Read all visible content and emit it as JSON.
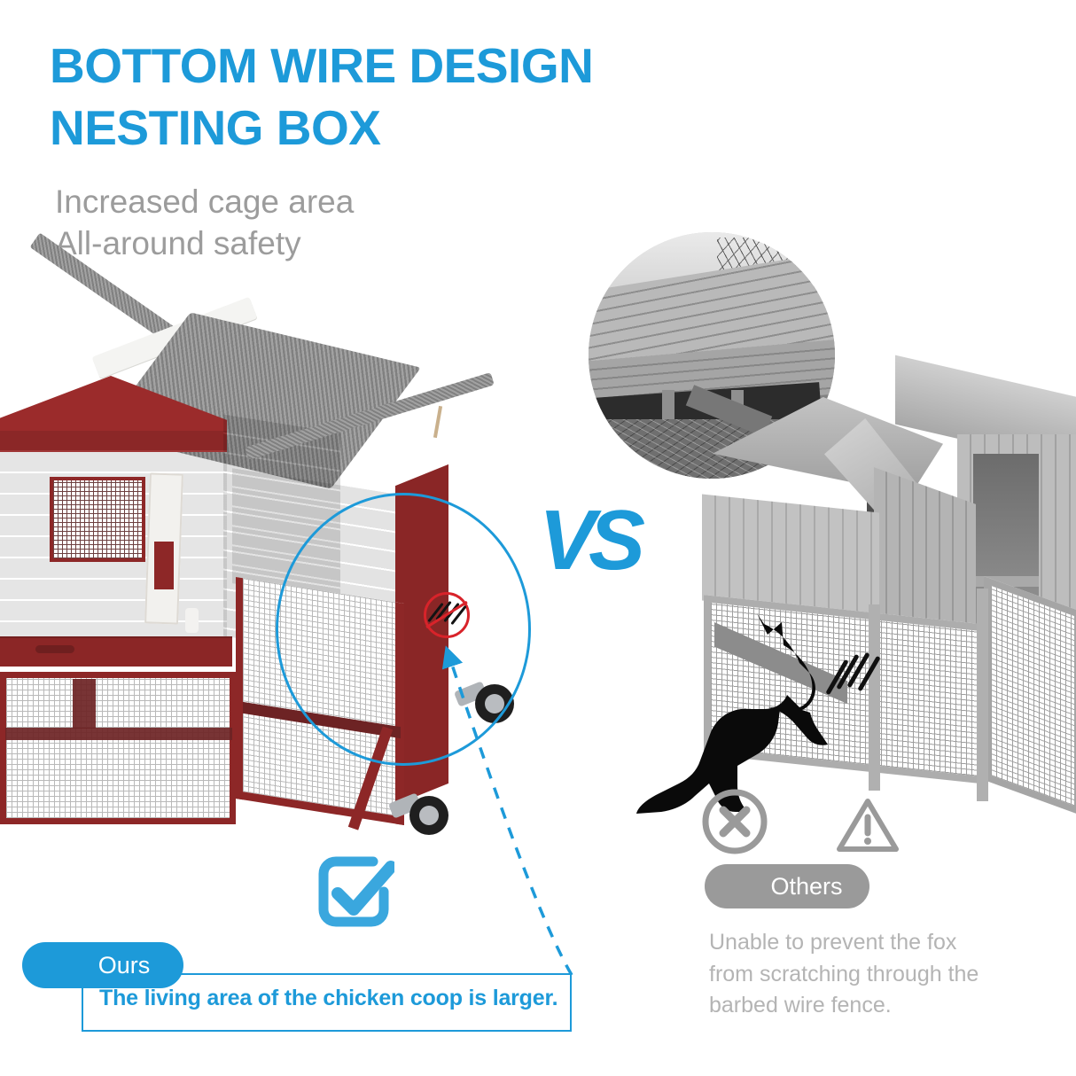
{
  "headline": {
    "line1": "BOTTOM WIRE DESIGN",
    "line2": "NESTING BOX",
    "full": "BOTTOM WIRE DESIGN\nNESTING BOX",
    "color": "#1d9ad9"
  },
  "subheadline": {
    "line1": "Increased cage area",
    "line2": "All-around safety",
    "full": "Increased cage area\nAll-around safety",
    "color": "#9c9c9c"
  },
  "comparison": {
    "divider_label": "VS",
    "ours": {
      "pill_label": "Ours",
      "description": "The living area of the chicken coop is larger.",
      "accent_color": "#1d9ad9",
      "badge_icon": "check-square-icon",
      "annotation_icon": "no-scratch-icon",
      "product_image": "red-wooden-chicken-coop-photo"
    },
    "others": {
      "pill_label": "Others",
      "description": "Unable to prevent the fox\nfrom scratching through the\nbarbed wire fence.",
      "description_line1": "Unable to prevent the fox",
      "description_line2": "from scratching through the",
      "description_line3": "barbed wire fence.",
      "accent_color": "#9a9a9a",
      "text_color": "#b4b4b4",
      "icons": [
        "x-circle-icon",
        "warning-triangle-icon"
      ],
      "threat_icon": "fox-silhouette-icon",
      "damage_icon": "claw-scratch-marks-icon",
      "product_image": "grey-wooden-chicken-coop-photo",
      "inset_image": "damaged-wooden-nesting-box-photo"
    }
  }
}
